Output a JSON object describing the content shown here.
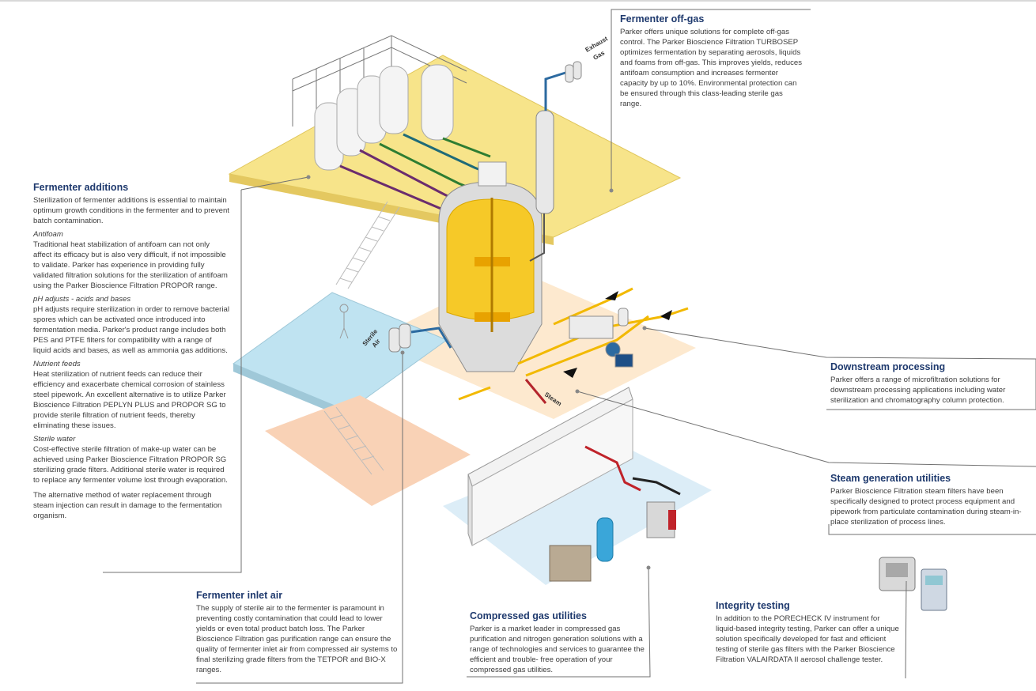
{
  "off_gas": {
    "title": "Fermenter off-gas",
    "text": "Parker offers unique solutions for complete off-gas control. The Parker Bioscience Filtration TURBOSEP optimizes fermentation by separating aerosols, liquids and foams from off-gas. This improves yields, reduces antifoam consumption and increases fermenter capacity by up to 10%. Environmental protection can be ensured through this class-leading sterile gas range."
  },
  "additions": {
    "title": "Fermenter additions",
    "intro": "Sterilization of fermenter additions is essential to maintain optimum growth conditions in the fermenter and to prevent batch contamination.",
    "antifoam_title": "Antifoam",
    "antifoam_text": "Traditional heat stabilization of antifoam can not only affect its efficacy but is also very difficult, if not impossible to validate. Parker has experience in providing fully validated filtration solutions for the sterilization of antifoam using the Parker Bioscience Filtration PROPOR range.",
    "ph_title": "pH adjusts - acids and bases",
    "ph_text": "pH adjusts require sterilization in order to remove bacterial spores which can be activated once introduced into fermentation media. Parker's product range includes both PES and PTFE filters for compatibility with a range of liquid acids and bases, as well as ammonia gas additions.",
    "nutrient_title": "Nutrient feeds",
    "nutrient_text": "Heat sterilization of nutrient feeds can reduce their efficiency and exacerbate chemical corrosion of stainless steel pipework. An excellent alternative is to utilize Parker Bioscience Filtration PEPLYN PLUS and PROPOR SG to provide sterile filtration of nutrient feeds, thereby eliminating these issues.",
    "water_title": "Sterile water",
    "water_text": "Cost-effective sterile filtration of make-up water can be achieved using Parker Bioscience Filtration PROPOR SG sterilizing grade filters. Additional sterile water is required to replace any fermenter volume lost through evaporation.",
    "water_text2": "The alternative method of water replacement through steam injection can result in damage to the fermentation organism."
  },
  "inlet_air": {
    "title": "Fermenter inlet air",
    "text": "The supply of sterile air to the fermenter is paramount in preventing costly contamination that could lead to lower yields or even total product batch loss. The Parker Bioscience Filtration gas purification range can ensure the quality of fermenter inlet air from compressed air systems to final sterilizing grade filters from the TETPOR and BIO-X ranges."
  },
  "compressed_gas": {
    "title": "Compressed gas utilities",
    "text": "Parker is a market leader in compressed gas purification and nitrogen generation solutions with a range of technologies and services to guarantee the efficient and trouble- free operation of your compressed gas utilities."
  },
  "integrity": {
    "title": "Integrity testing",
    "text": "In addition to the PORECHECK IV instrument for liquid-based integrity testing, Parker can offer a unique solution specifically developed for fast and efficient testing of sterile gas filters with the Parker Bioscience Filtration VALAIRDATA II aerosol challenge tester."
  },
  "downstream": {
    "title": "Downstream processing",
    "text": "Parker offers a range of microfiltration solutions for downstream processing applications including water sterilization and chromatography column protection."
  },
  "steam": {
    "title": "Steam generation utilities",
    "text": "Parker Bioscience Filtration steam filters have been specifically designed to protect process equipment and pipework from particulate contamination during steam-in-place sterilization of process lines."
  },
  "diagram_labels": {
    "exhaust_1": "Exhaust",
    "exhaust_2": "Gas",
    "sterile_1": "Sterile",
    "sterile_2": "Air",
    "steam": "Steam"
  },
  "colors": {
    "heading": "#1f3a6e",
    "yellow_floor": "#f7e48a",
    "blue_floor": "#bfe3f1",
    "peach_floor": "#f9d2b6",
    "light_peach": "#fde9cf",
    "light_blue": "#dcedf7",
    "pipe_yellow": "#f2b900",
    "pipe_purple": "#6b2c6e",
    "pipe_green": "#2e7d32",
    "pipe_teal": "#1f6b78",
    "pipe_blue": "#2c6aa0",
    "pipe_red": "#b4252c"
  }
}
